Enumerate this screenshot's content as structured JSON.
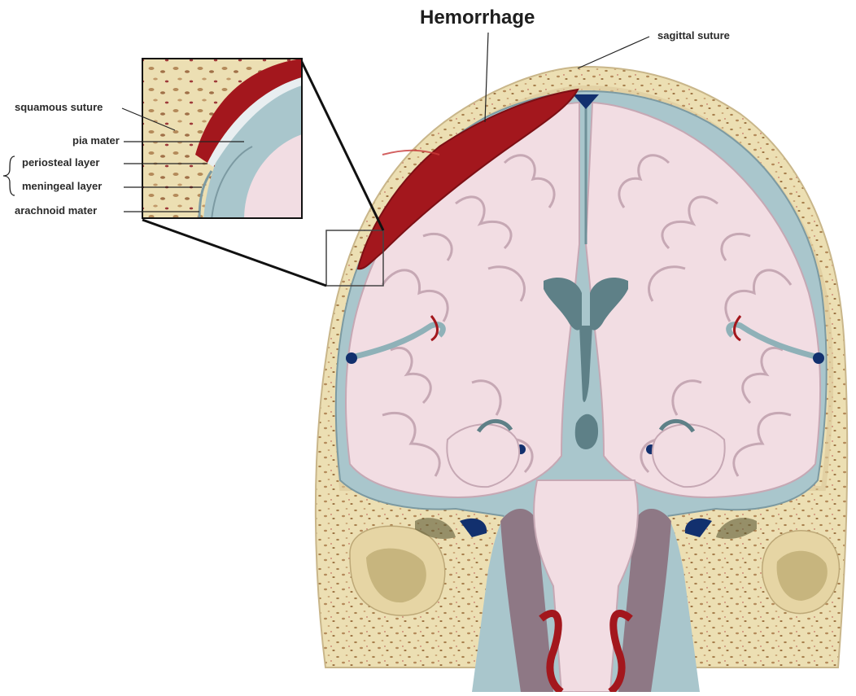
{
  "title": "Hemorrhage",
  "labels": {
    "sagittal_suture": "sagittal suture",
    "squamous_suture": "squamous suture",
    "pia_mater": "pia mater",
    "periosteal_layer": "periosteal layer",
    "meningeal_layer": "meningeal layer",
    "arachnoid_mater": "arachnoid mater"
  },
  "colors": {
    "bone": "#ecdfb3",
    "bone_speckle": "#b48a5a",
    "hemorrhage": "#a3171d",
    "brain": "#f2dde3",
    "meninges": "#a9c6cc",
    "ventricle": "#5e8087",
    "vein": "#12306e",
    "leader": "#222222"
  },
  "icons": [
    "brain-cross-section-illustration",
    "inset-magnified-view"
  ]
}
